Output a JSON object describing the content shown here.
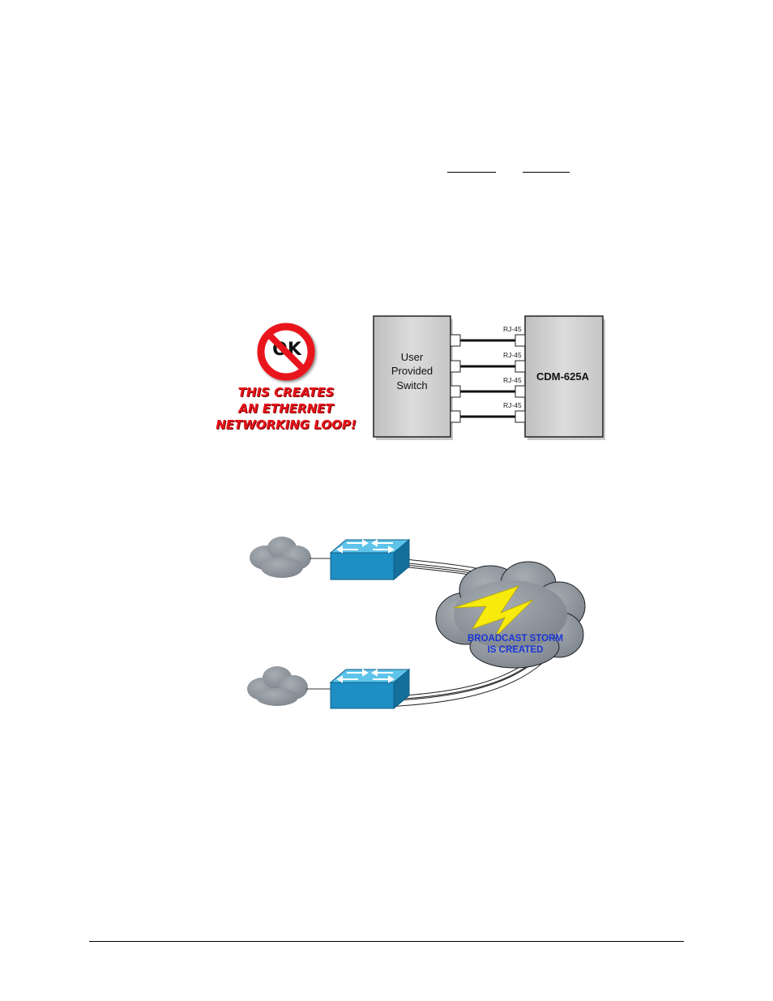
{
  "figure1": {
    "no_sign_text": "OK",
    "warning_lines": [
      "THIS CREATES",
      "AN ETHERNET",
      "NETWORKING LOOP!"
    ],
    "switch_label_lines": [
      "User",
      "Provided",
      "Switch"
    ],
    "device_label": "CDM-625A",
    "port_labels": [
      "RJ-45",
      "RJ-45",
      "RJ-45",
      "RJ-45"
    ]
  },
  "figure2": {
    "storm_lines": [
      "BROADCAST STORM",
      "IS CREATED"
    ]
  },
  "colors": {
    "warning_red": "#e8141b",
    "switch_blue": "#1e8fc4",
    "storm_text_blue": "#1a35d6",
    "lightning_yellow": "#f7ea0d",
    "cloud_gray": "#8a9198"
  }
}
